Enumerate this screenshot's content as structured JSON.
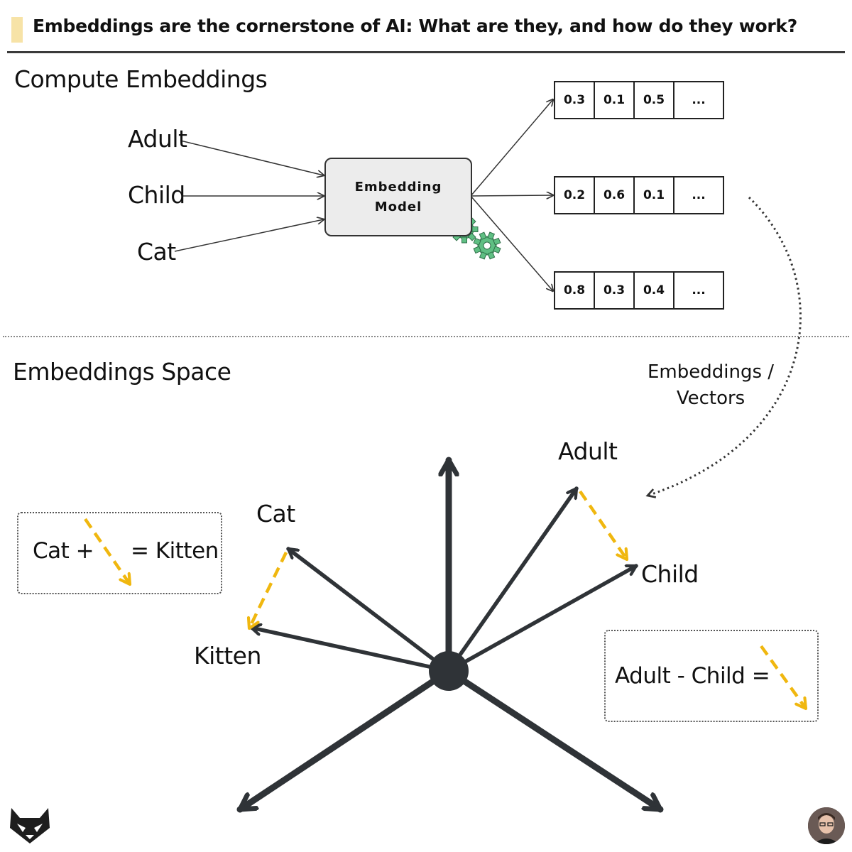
{
  "title": "Embeddings are the cornerstone of AI: What are they, and how do they work?",
  "compute": {
    "heading": "Compute Embeddings",
    "inputs": [
      "Adult",
      "Child",
      "Cat"
    ],
    "model_label_line1": "Embedding",
    "model_label_line2": "Model",
    "vectors": [
      [
        "0.3",
        "0.1",
        "0.5",
        "..."
      ],
      [
        "0.2",
        "0.6",
        "0.1",
        "..."
      ],
      [
        "0.8",
        "0.3",
        "0.4",
        "..."
      ]
    ]
  },
  "side_label_line1": "Embeddings /",
  "side_label_line2": "Vectors",
  "space": {
    "heading": "Embeddings Space",
    "points": {
      "adult": "Adult",
      "child": "Child",
      "cat": "Cat",
      "kitten": "Kitten"
    }
  },
  "note_left": {
    "before": "Cat +",
    "after": "= Kitten"
  },
  "note_right": {
    "text": "Adult - Child ="
  },
  "colors": {
    "accent_arrow": "#f0b70f",
    "axis": "#2f3337",
    "gear": "#5fbf83",
    "title_marker": "#f7e3a7"
  },
  "icons": [
    "fox-logo-icon",
    "avatar",
    "gear-icon"
  ]
}
